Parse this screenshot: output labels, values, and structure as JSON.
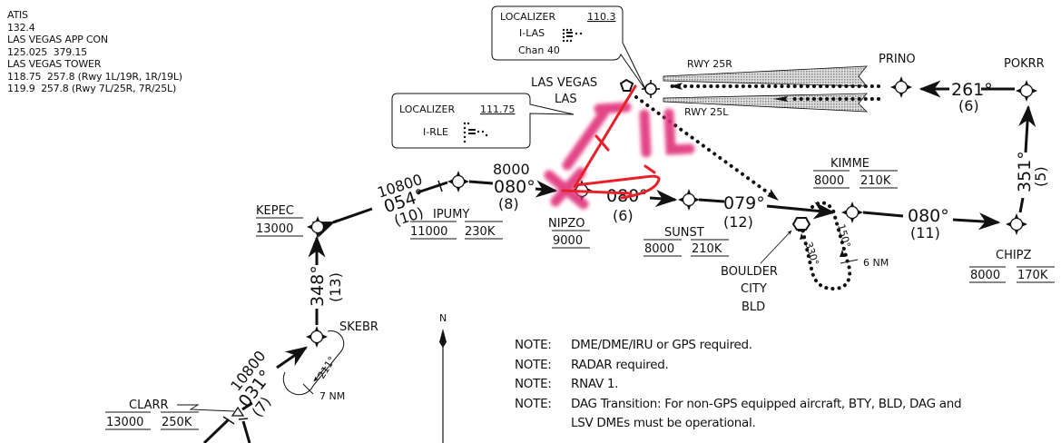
{
  "frequencies": {
    "lines": [
      "ATIS",
      "132.4",
      "LAS VEGAS APP CON",
      "125.025  379.15",
      "LAS VEGAS TOWER",
      "118.75  257.8 (Rwy 1L/19R, 1R/19L)",
      "119.9  257.8 (Rwy 7L/25R, 7R/25L)"
    ]
  },
  "localizers": [
    {
      "label": "LOCALIZER",
      "freq": "110.3",
      "ident": "I-LAS",
      "channel": "Chan 40"
    },
    {
      "label": "LOCALIZER",
      "freq": "111.75",
      "ident": "I-RLE"
    }
  ],
  "airport": {
    "name": "LAS VEGAS",
    "ident": "LAS"
  },
  "runways": {
    "upper": "RWY 25R",
    "lower": "RWY 25L"
  },
  "navaid": {
    "name": "BOULDER",
    "name2": "CITY",
    "ident": "BLD"
  },
  "holding": {
    "inbound": "330°",
    "outbound": "150°",
    "leg": "6 NM"
  },
  "holding_skebr": {
    "course": "211°",
    "leg": "7 NM"
  },
  "fixes": {
    "kepec": {
      "name": "KEPEC",
      "alt": "13000"
    },
    "ipumy": {
      "name": "IPUMY",
      "alt": "11000",
      "speed": "230K"
    },
    "nipzo": {
      "name": "NIPZO",
      "alt": "9000"
    },
    "sunst": {
      "name": "SUNST",
      "alt": "8000",
      "speed": "210K"
    },
    "kimme": {
      "name": "KIMME",
      "alt": "8000",
      "speed": "210K"
    },
    "chipz": {
      "name": "CHIPZ",
      "alt": "8000",
      "speed": "170K"
    },
    "prino": {
      "name": "PRINO"
    },
    "pokrr": {
      "name": "POKRR"
    },
    "skebr": {
      "name": "SKEBR"
    },
    "clarr": {
      "name": "CLARR",
      "alt": "13000",
      "speed": "250K"
    }
  },
  "legs": {
    "kepec_ipumy": {
      "alt": "10800",
      "course": "054°",
      "dist": "(10)"
    },
    "ipumy_nipzo": {
      "alt": "8000",
      "course": "080°",
      "dist": "(8)"
    },
    "nipzo_sunst": {
      "course": "080°",
      "dist": "(6)"
    },
    "sunst_kimme": {
      "course": "079°",
      "dist": "(12)"
    },
    "kimme_chipz": {
      "course": "080°",
      "dist": "(11)"
    },
    "chipz_pokrr": {
      "course": "351°",
      "dist": "(5)"
    },
    "pokrr_prino": {
      "course": "261°",
      "dist": "(6)"
    },
    "skebr_kepec": {
      "course": "348°",
      "dist": "(13)"
    },
    "clarr_skebr": {
      "alt": "10800",
      "course": "031°",
      "dist": "(7)"
    }
  },
  "north": "N",
  "notes": [
    {
      "label": "NOTE:",
      "text": "DME/DME/IRU or GPS required."
    },
    {
      "label": "NOTE:",
      "text": "RADAR required."
    },
    {
      "label": "NOTE:",
      "text": "RNAV 1."
    },
    {
      "label": "NOTE:",
      "text": "DAG Transition: For non-GPS equipped aircraft, BTY, BLD, DAG and",
      "cont": "LSV DMEs must be operational."
    }
  ],
  "annotation": {
    "text": "1L",
    "color_pink": "#e0307a",
    "color_red": "#e8202a"
  }
}
